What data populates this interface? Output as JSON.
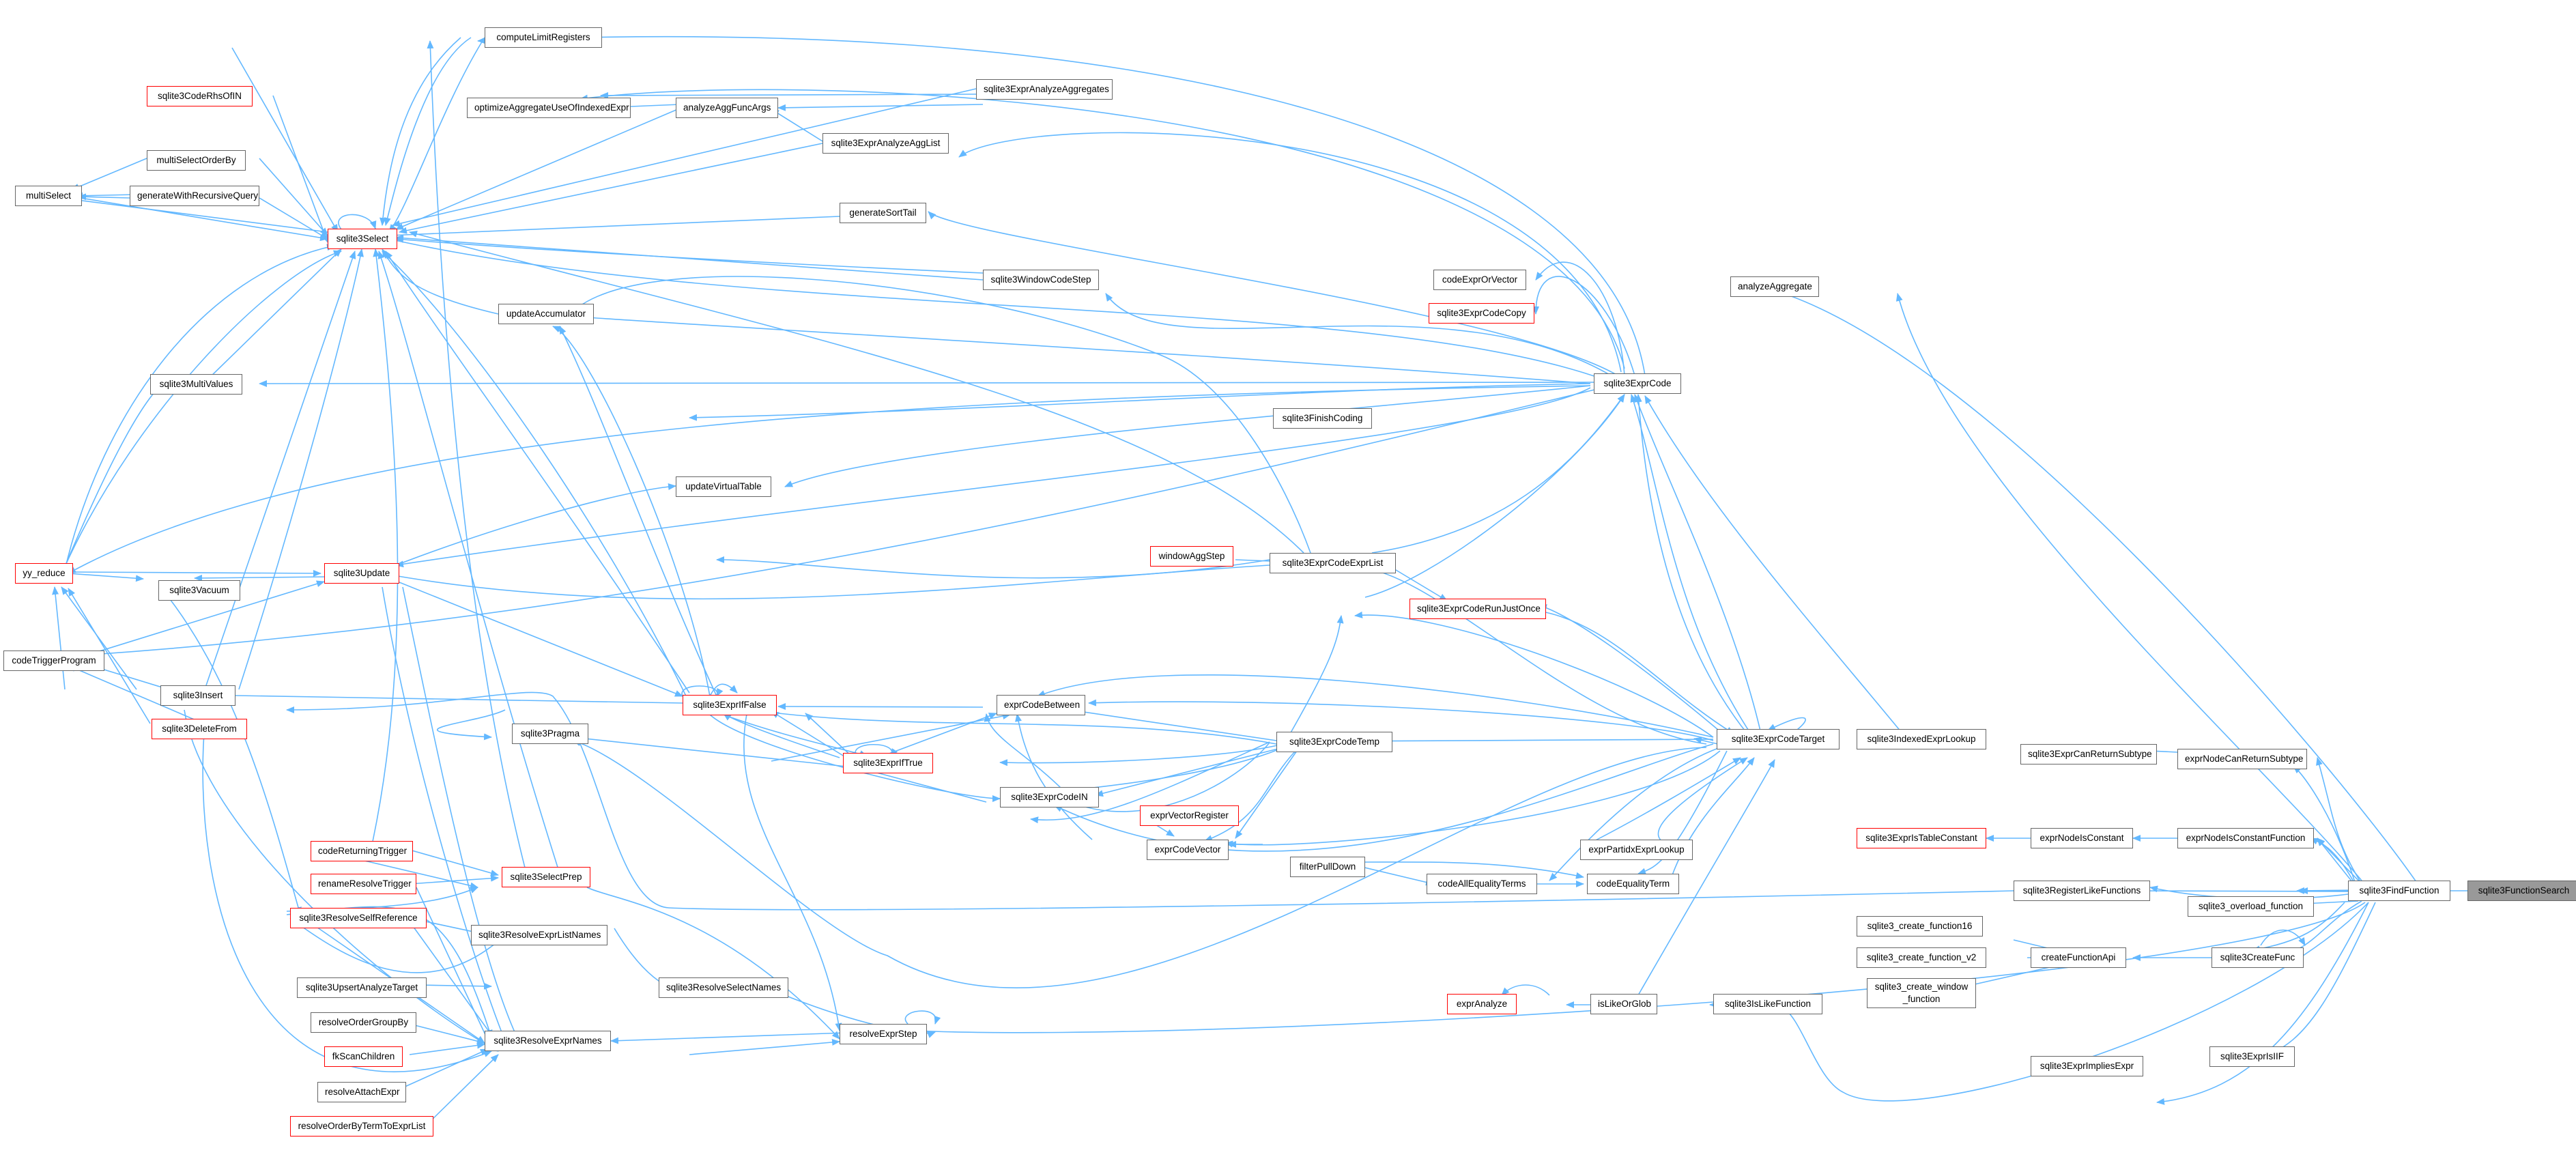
{
  "graph": {
    "colors": {
      "edge": "#63b8ff",
      "border": "#666666",
      "highlight_border": "#ff0000",
      "selected_fill": "#999999"
    },
    "nodes": {
      "computeLimitRegisters": "computeLimitRegisters",
      "sqlite3CodeRhsOfIN": "sqlite3CodeRhsOfIN",
      "sqlite3ExprAnalyzeAggregates": "sqlite3ExprAnalyzeAggregates",
      "optimizeAggregateUseOfIndexedExpr": "optimizeAggregateUseOfIndexedExpr",
      "analyzeAggFuncArgs": "analyzeAggFuncArgs",
      "sqlite3ExprAnalyzeAggList": "sqlite3ExprAnalyzeAggList",
      "multiSelectOrderBy": "multiSelectOrderBy",
      "multiSelect": "multiSelect",
      "generateWithRecursiveQuery": "generateWithRecursiveQuery",
      "sqlite3Select": "sqlite3Select",
      "generateSortTail": "generateSortTail",
      "analyzeAggregate": "analyzeAggregate",
      "codeExprOrVector": "codeExprOrVector",
      "sqlite3WindowCodeStep": "sqlite3WindowCodeStep",
      "sqlite3ExprCodeCopy": "sqlite3ExprCodeCopy",
      "updateAccumulator": "updateAccumulator",
      "sqlite3ExprCode": "sqlite3ExprCode",
      "sqlite3MultiValues": "sqlite3MultiValues",
      "sqlite3FinishCoding": "sqlite3FinishCoding",
      "updateVirtualTable": "updateVirtualTable",
      "windowAggStep": "windowAggStep",
      "sqlite3ExprCodeExprList": "sqlite3ExprCodeExprList",
      "yy_reduce": "yy_reduce",
      "sqlite3Vacuum": "sqlite3Vacuum",
      "sqlite3Update": "sqlite3Update",
      "sqlite3ExprCodeRunJustOnce": "sqlite3ExprCodeRunJustOnce",
      "codeTriggerProgram": "codeTriggerProgram",
      "sqlite3Insert": "sqlite3Insert",
      "sqlite3ExprIfFalse": "sqlite3ExprIfFalse",
      "exprCodeBetween": "exprCodeBetween",
      "sqlite3DeleteFrom": "sqlite3DeleteFrom",
      "sqlite3Pragma": "sqlite3Pragma",
      "sqlite3ExprCodeTemp": "sqlite3ExprCodeTemp",
      "sqlite3ExprCodeTarget": "sqlite3ExprCodeTarget",
      "sqlite3IndexedExprLookup": "sqlite3IndexedExprLookup",
      "sqlite3ExprCanReturnSubtype": "sqlite3ExprCanReturnSubtype",
      "sqlite3ExprIfTrue": "sqlite3ExprIfTrue",
      "exprNodeCanReturnSubtype": "exprNodeCanReturnSubtype",
      "sqlite3ExprCodeIN": "sqlite3ExprCodeIN",
      "exprVectorRegister": "exprVectorRegister",
      "exprCodeVector": "exprCodeVector",
      "sqlite3ExprIsTableConstant": "sqlite3ExprIsTableConstant",
      "exprNodeIsConstant": "exprNodeIsConstant",
      "exprNodeIsConstantFunction": "exprNodeIsConstantFunction",
      "exprPartidxExprLookup": "exprPartidxExprLookup",
      "codeReturningTrigger": "codeReturningTrigger",
      "filterPullDown": "filterPullDown",
      "sqlite3SelectPrep": "sqlite3SelectPrep",
      "renameResolveTrigger": "renameResolveTrigger",
      "codeAllEqualityTerms": "codeAllEqualityTerms",
      "codeEqualityTerm": "codeEqualityTerm",
      "sqlite3FindFunction": "sqlite3FindFunction",
      "sqlite3FunctionSearch": "sqlite3FunctionSearch",
      "sqlite3RegisterLikeFunctions": "sqlite3RegisterLikeFunctions",
      "sqlite3ResolveSelfReference": "sqlite3ResolveSelfReference",
      "sqlite3ResolveExprListNames": "sqlite3ResolveExprListNames",
      "sqlite3_overload_function": "sqlite3_overload_function",
      "sqlite3_create_function16": "sqlite3_create_function16",
      "sqlite3CreateFunc": "sqlite3CreateFunc",
      "sqlite3_create_function_v2": "sqlite3_create_function_v2",
      "createFunctionApi": "createFunctionApi",
      "sqlite3UpsertAnalyzeTarget": "sqlite3UpsertAnalyzeTarget",
      "sqlite3ResolveSelectNames": "sqlite3ResolveSelectNames",
      "sqlite3_create_window_function_l1": "sqlite3_create_window",
      "sqlite3_create_window_function_l2": "_function",
      "exprAnalyze": "exprAnalyze",
      "isLikeOrGlob": "isLikeOrGlob",
      "sqlite3IsLikeFunction": "sqlite3IsLikeFunction",
      "resolveOrderGroupBy": "resolveOrderGroupBy",
      "resolveExprStep": "resolveExprStep",
      "sqlite3ResolveExprNames": "sqlite3ResolveExprNames",
      "fkScanChildren": "fkScanChildren",
      "sqlite3ExprIsIIF": "sqlite3ExprIsIIF",
      "resolveAttachExpr": "resolveAttachExpr",
      "sqlite3ExprImpliesExpr": "sqlite3ExprImpliesExpr",
      "resolveOrderByTermToExprList": "resolveOrderByTermToExprList"
    }
  }
}
